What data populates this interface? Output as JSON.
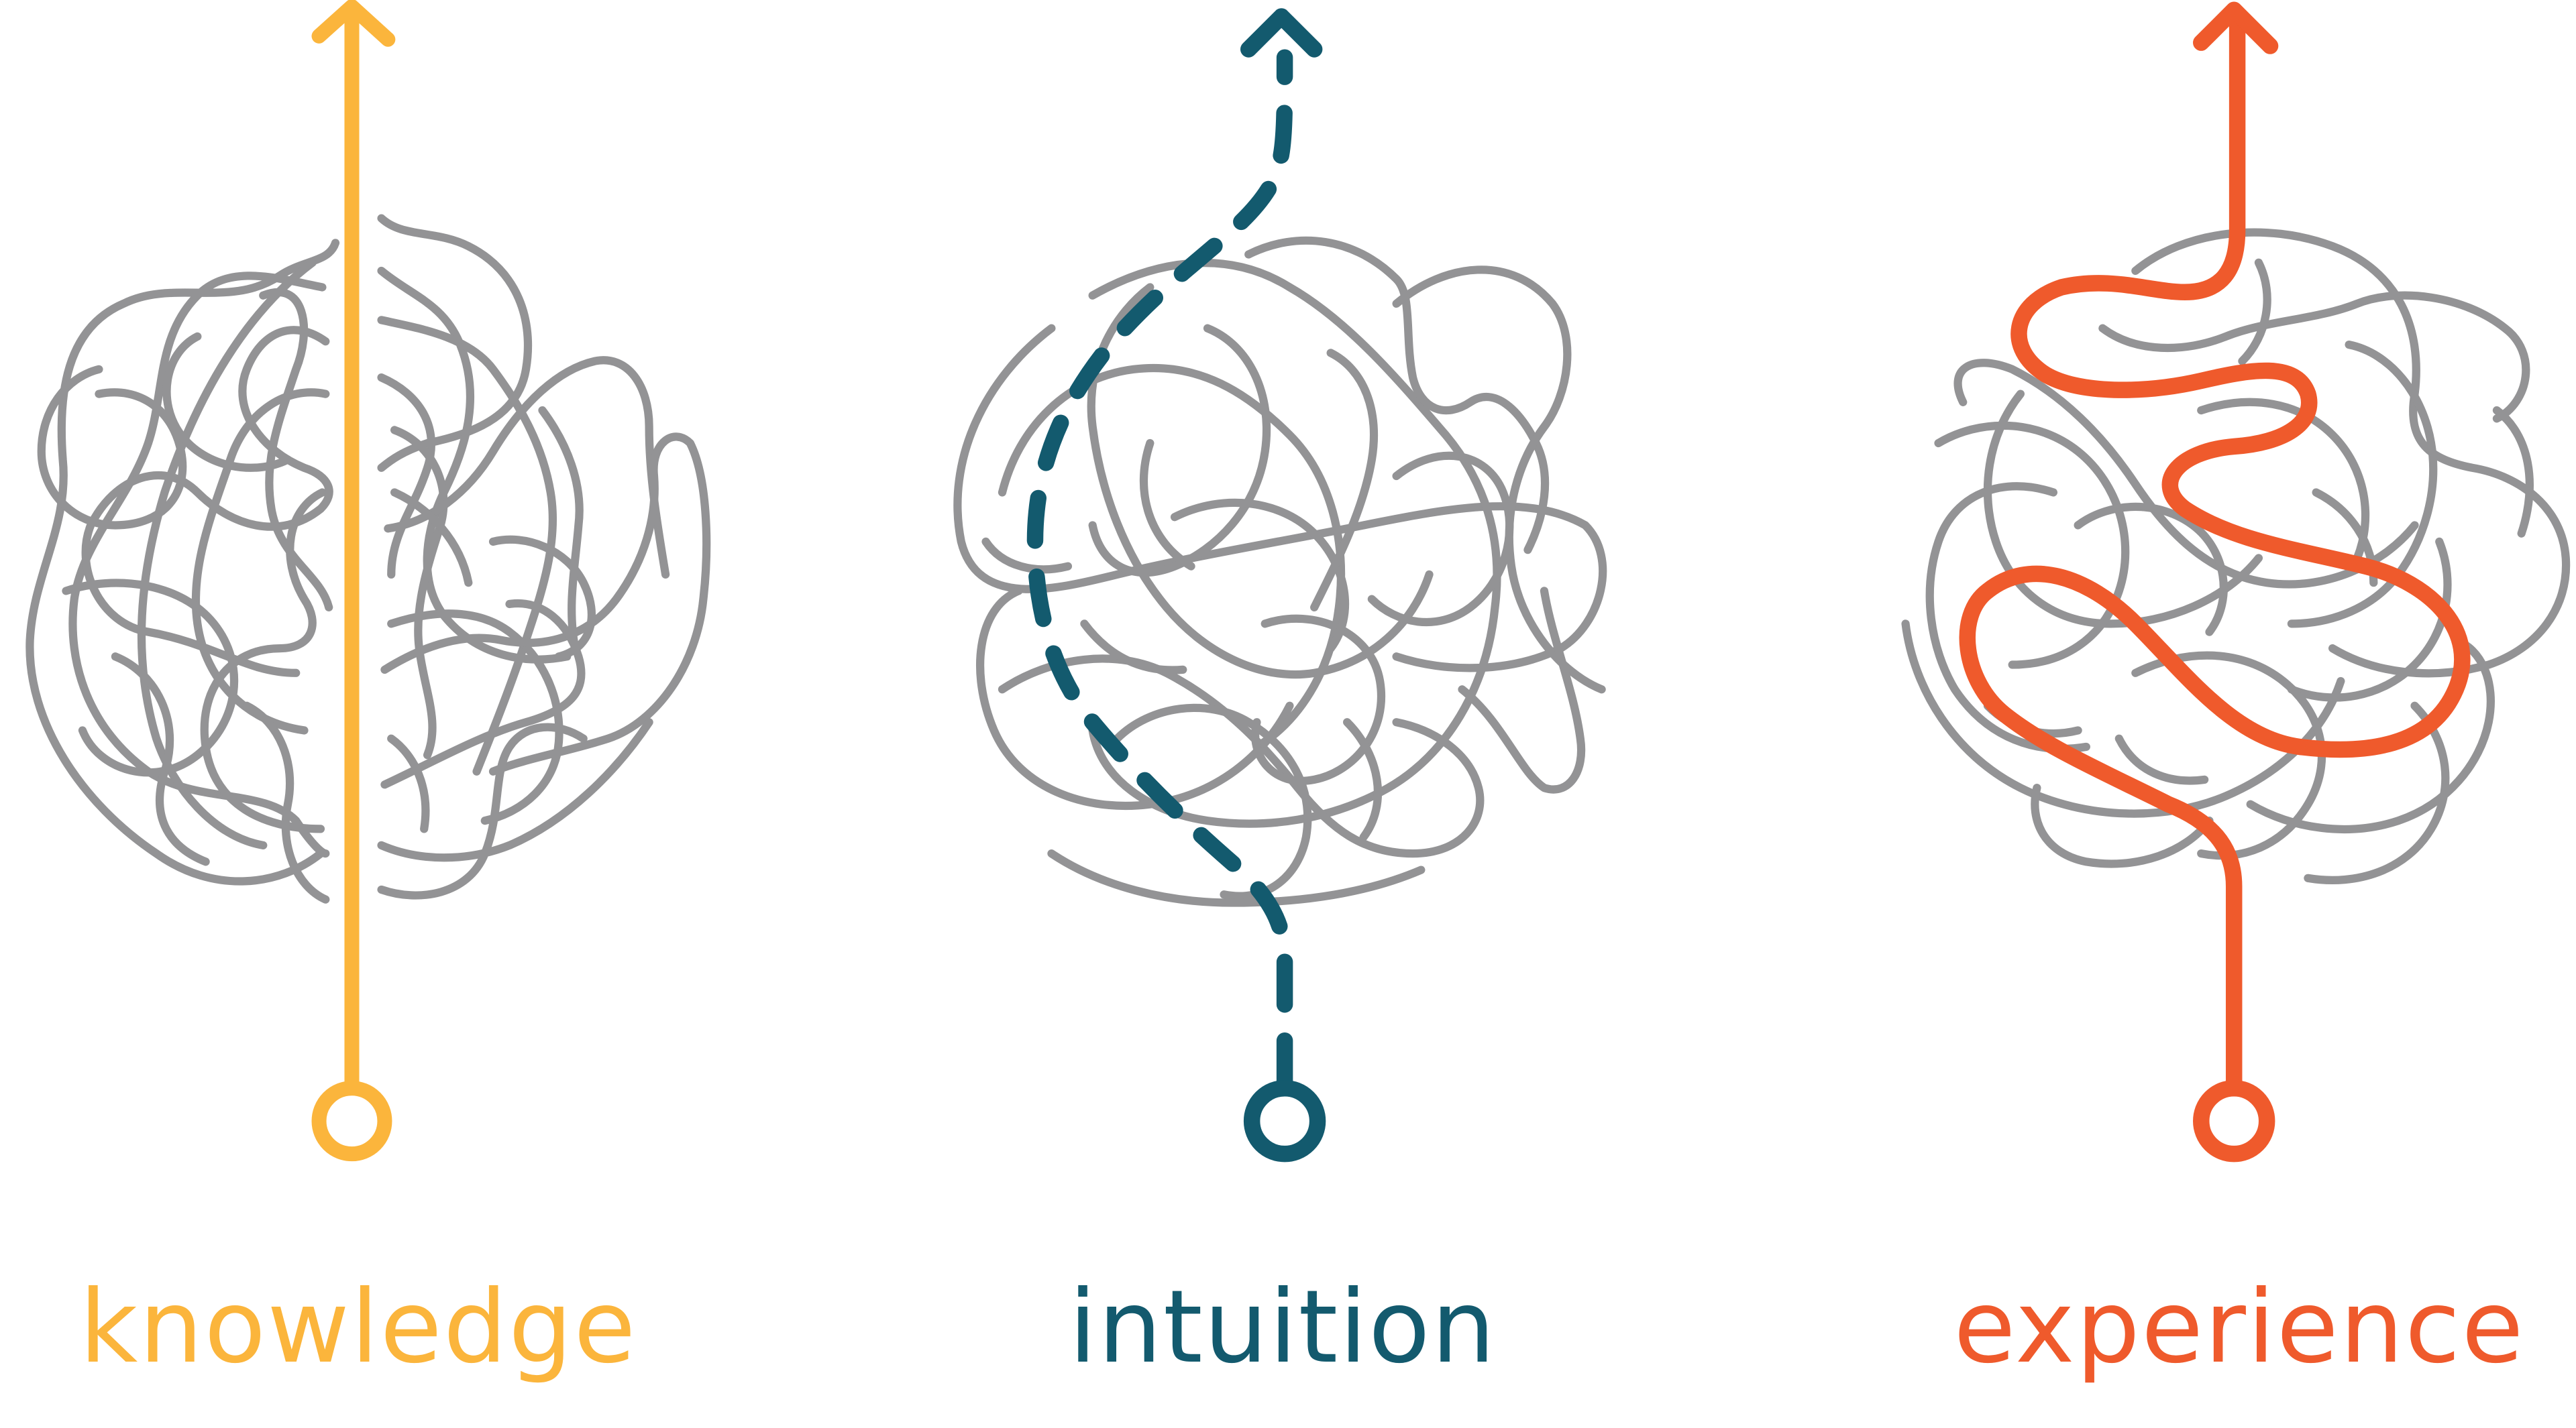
{
  "colors": {
    "tangle": "#939395",
    "knowledge": "#fbb53c",
    "intuition": "#135a6e",
    "experience": "#ef5a2c",
    "background": "#ffffff"
  },
  "panels": [
    {
      "id": "knowledge",
      "label": "knowledge",
      "path_style": "straight-solid"
    },
    {
      "id": "intuition",
      "label": "intuition",
      "path_style": "diagonal-dashed"
    },
    {
      "id": "experience",
      "label": "experience",
      "path_style": "winding-solid"
    }
  ]
}
